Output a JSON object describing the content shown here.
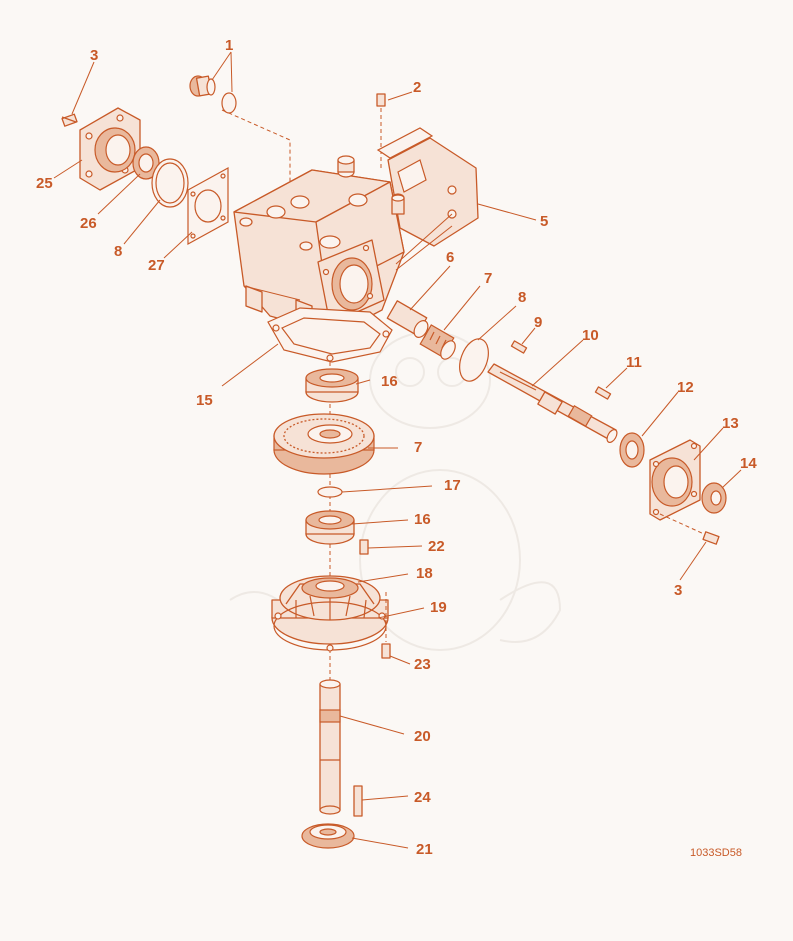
{
  "diagram": {
    "drawing_id": "1033SD58",
    "accent_color": "#c85a28",
    "callouts": [
      {
        "id": "c1",
        "label": "1"
      },
      {
        "id": "c2",
        "label": "2"
      },
      {
        "id": "c3a",
        "label": "3"
      },
      {
        "id": "c3b",
        "label": "3"
      },
      {
        "id": "c5",
        "label": "5"
      },
      {
        "id": "c6",
        "label": "6"
      },
      {
        "id": "c7a",
        "label": "7"
      },
      {
        "id": "c7b",
        "label": "7"
      },
      {
        "id": "c8a",
        "label": "8"
      },
      {
        "id": "c8b",
        "label": "8"
      },
      {
        "id": "c9",
        "label": "9"
      },
      {
        "id": "c10",
        "label": "10"
      },
      {
        "id": "c11",
        "label": "11"
      },
      {
        "id": "c12",
        "label": "12"
      },
      {
        "id": "c13",
        "label": "13"
      },
      {
        "id": "c14",
        "label": "14"
      },
      {
        "id": "c15",
        "label": "15"
      },
      {
        "id": "c16a",
        "label": "16"
      },
      {
        "id": "c16b",
        "label": "16"
      },
      {
        "id": "c17",
        "label": "17"
      },
      {
        "id": "c18",
        "label": "18"
      },
      {
        "id": "c19",
        "label": "19"
      },
      {
        "id": "c20",
        "label": "20"
      },
      {
        "id": "c21",
        "label": "21"
      },
      {
        "id": "c22",
        "label": "22"
      },
      {
        "id": "c23",
        "label": "23"
      },
      {
        "id": "c24",
        "label": "24"
      },
      {
        "id": "c25",
        "label": "25"
      },
      {
        "id": "c26",
        "label": "26"
      },
      {
        "id": "c27",
        "label": "27"
      }
    ]
  }
}
